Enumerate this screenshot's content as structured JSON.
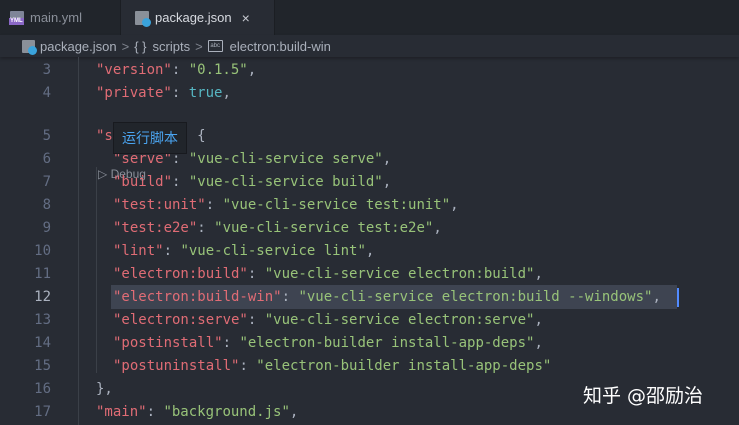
{
  "tabs": [
    {
      "label": "main.yml",
      "icon": "yml-file-icon",
      "active": false
    },
    {
      "label": "package.json",
      "icon": "npm-package-icon",
      "active": true,
      "close": "×"
    }
  ],
  "breadcrumb": {
    "file": "package.json",
    "sep": ">",
    "object_glyph": "{ }",
    "object": "scripts",
    "string_glyph": "abc",
    "leaf": "electron:build-win"
  },
  "codelens": {
    "label": "▷ Debug"
  },
  "tooltip": {
    "label": "运行脚本"
  },
  "lines": [
    {
      "n": "3",
      "k": "\"version\"",
      "v": "\"0.1.5\"",
      "t": ","
    },
    {
      "n": "4",
      "k": "\"private\"",
      "b": "true",
      "t": ","
    },
    {
      "n": "5",
      "k": "\"s",
      "rest": "          {"
    },
    {
      "n": "6",
      "k": "\"serve\"",
      "v": "\"vue-cli-service serve\"",
      "t": ","
    },
    {
      "n": "7",
      "k": "\"build\"",
      "v": "\"vue-cli-service build\"",
      "t": ","
    },
    {
      "n": "8",
      "k": "\"test:unit\"",
      "v": "\"vue-cli-service test:unit\"",
      "t": ","
    },
    {
      "n": "9",
      "k": "\"test:e2e\"",
      "v": "\"vue-cli-service test:e2e\"",
      "t": ","
    },
    {
      "n": "10",
      "k": "\"lint\"",
      "v": "\"vue-cli-service lint\"",
      "t": ","
    },
    {
      "n": "11",
      "k": "\"electron:build\"",
      "v": "\"vue-cli-service electron:build\"",
      "t": ","
    },
    {
      "n": "12",
      "k": "\"electron:build-win\"",
      "v": "\"vue-cli-service electron:build --windows\"",
      "t": ","
    },
    {
      "n": "13",
      "k": "\"electron:serve\"",
      "v": "\"vue-cli-service electron:serve\"",
      "t": ","
    },
    {
      "n": "14",
      "k": "\"postinstall\"",
      "v": "\"electron-builder install-app-deps\"",
      "t": ","
    },
    {
      "n": "15",
      "k": "\"postuninstall\"",
      "v": "\"electron-builder install-app-deps\"",
      "t": ""
    },
    {
      "n": "16",
      "plain": "},"
    },
    {
      "n": "17",
      "k": "\"main\"",
      "v": "\"background.js\"",
      "t": ","
    }
  ],
  "colon": ": ",
  "watermark": "知乎 @邵励治",
  "colors": {
    "background": "#282c34",
    "key": "#e06c75",
    "string": "#98c379",
    "boolean": "#56b6c2",
    "tooltip_text": "#4aa4f0"
  }
}
